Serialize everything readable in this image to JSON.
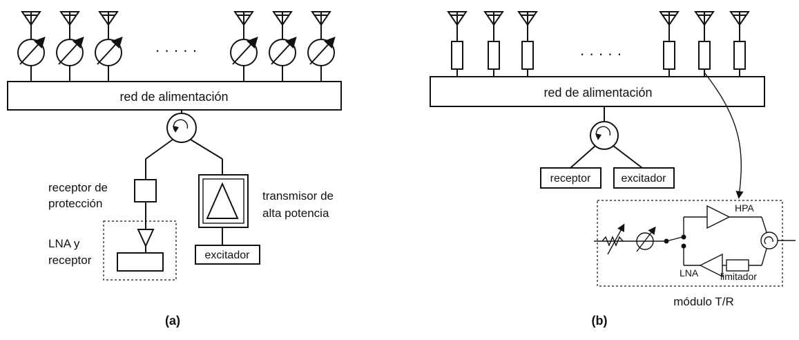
{
  "panel_a": {
    "feed_network": "red de alimentación",
    "receiver_protection": [
      "receptor de",
      "protección"
    ],
    "lna_receiver": [
      "LNA y",
      "receptor"
    ],
    "transmitter": [
      "transmisor de",
      "alta potencia"
    ],
    "exciter": "excitador",
    "caption": "(a)",
    "ellipsis": "· · · · ·"
  },
  "panel_b": {
    "feed_network": "red de alimentación",
    "receiver": "receptor",
    "exciter": "excitador",
    "hpa": "HPA",
    "lna": "LNA",
    "limiter": "limitador",
    "tr_module": "módulo T/R",
    "caption": "(b)",
    "ellipsis": "· · · · ·"
  }
}
